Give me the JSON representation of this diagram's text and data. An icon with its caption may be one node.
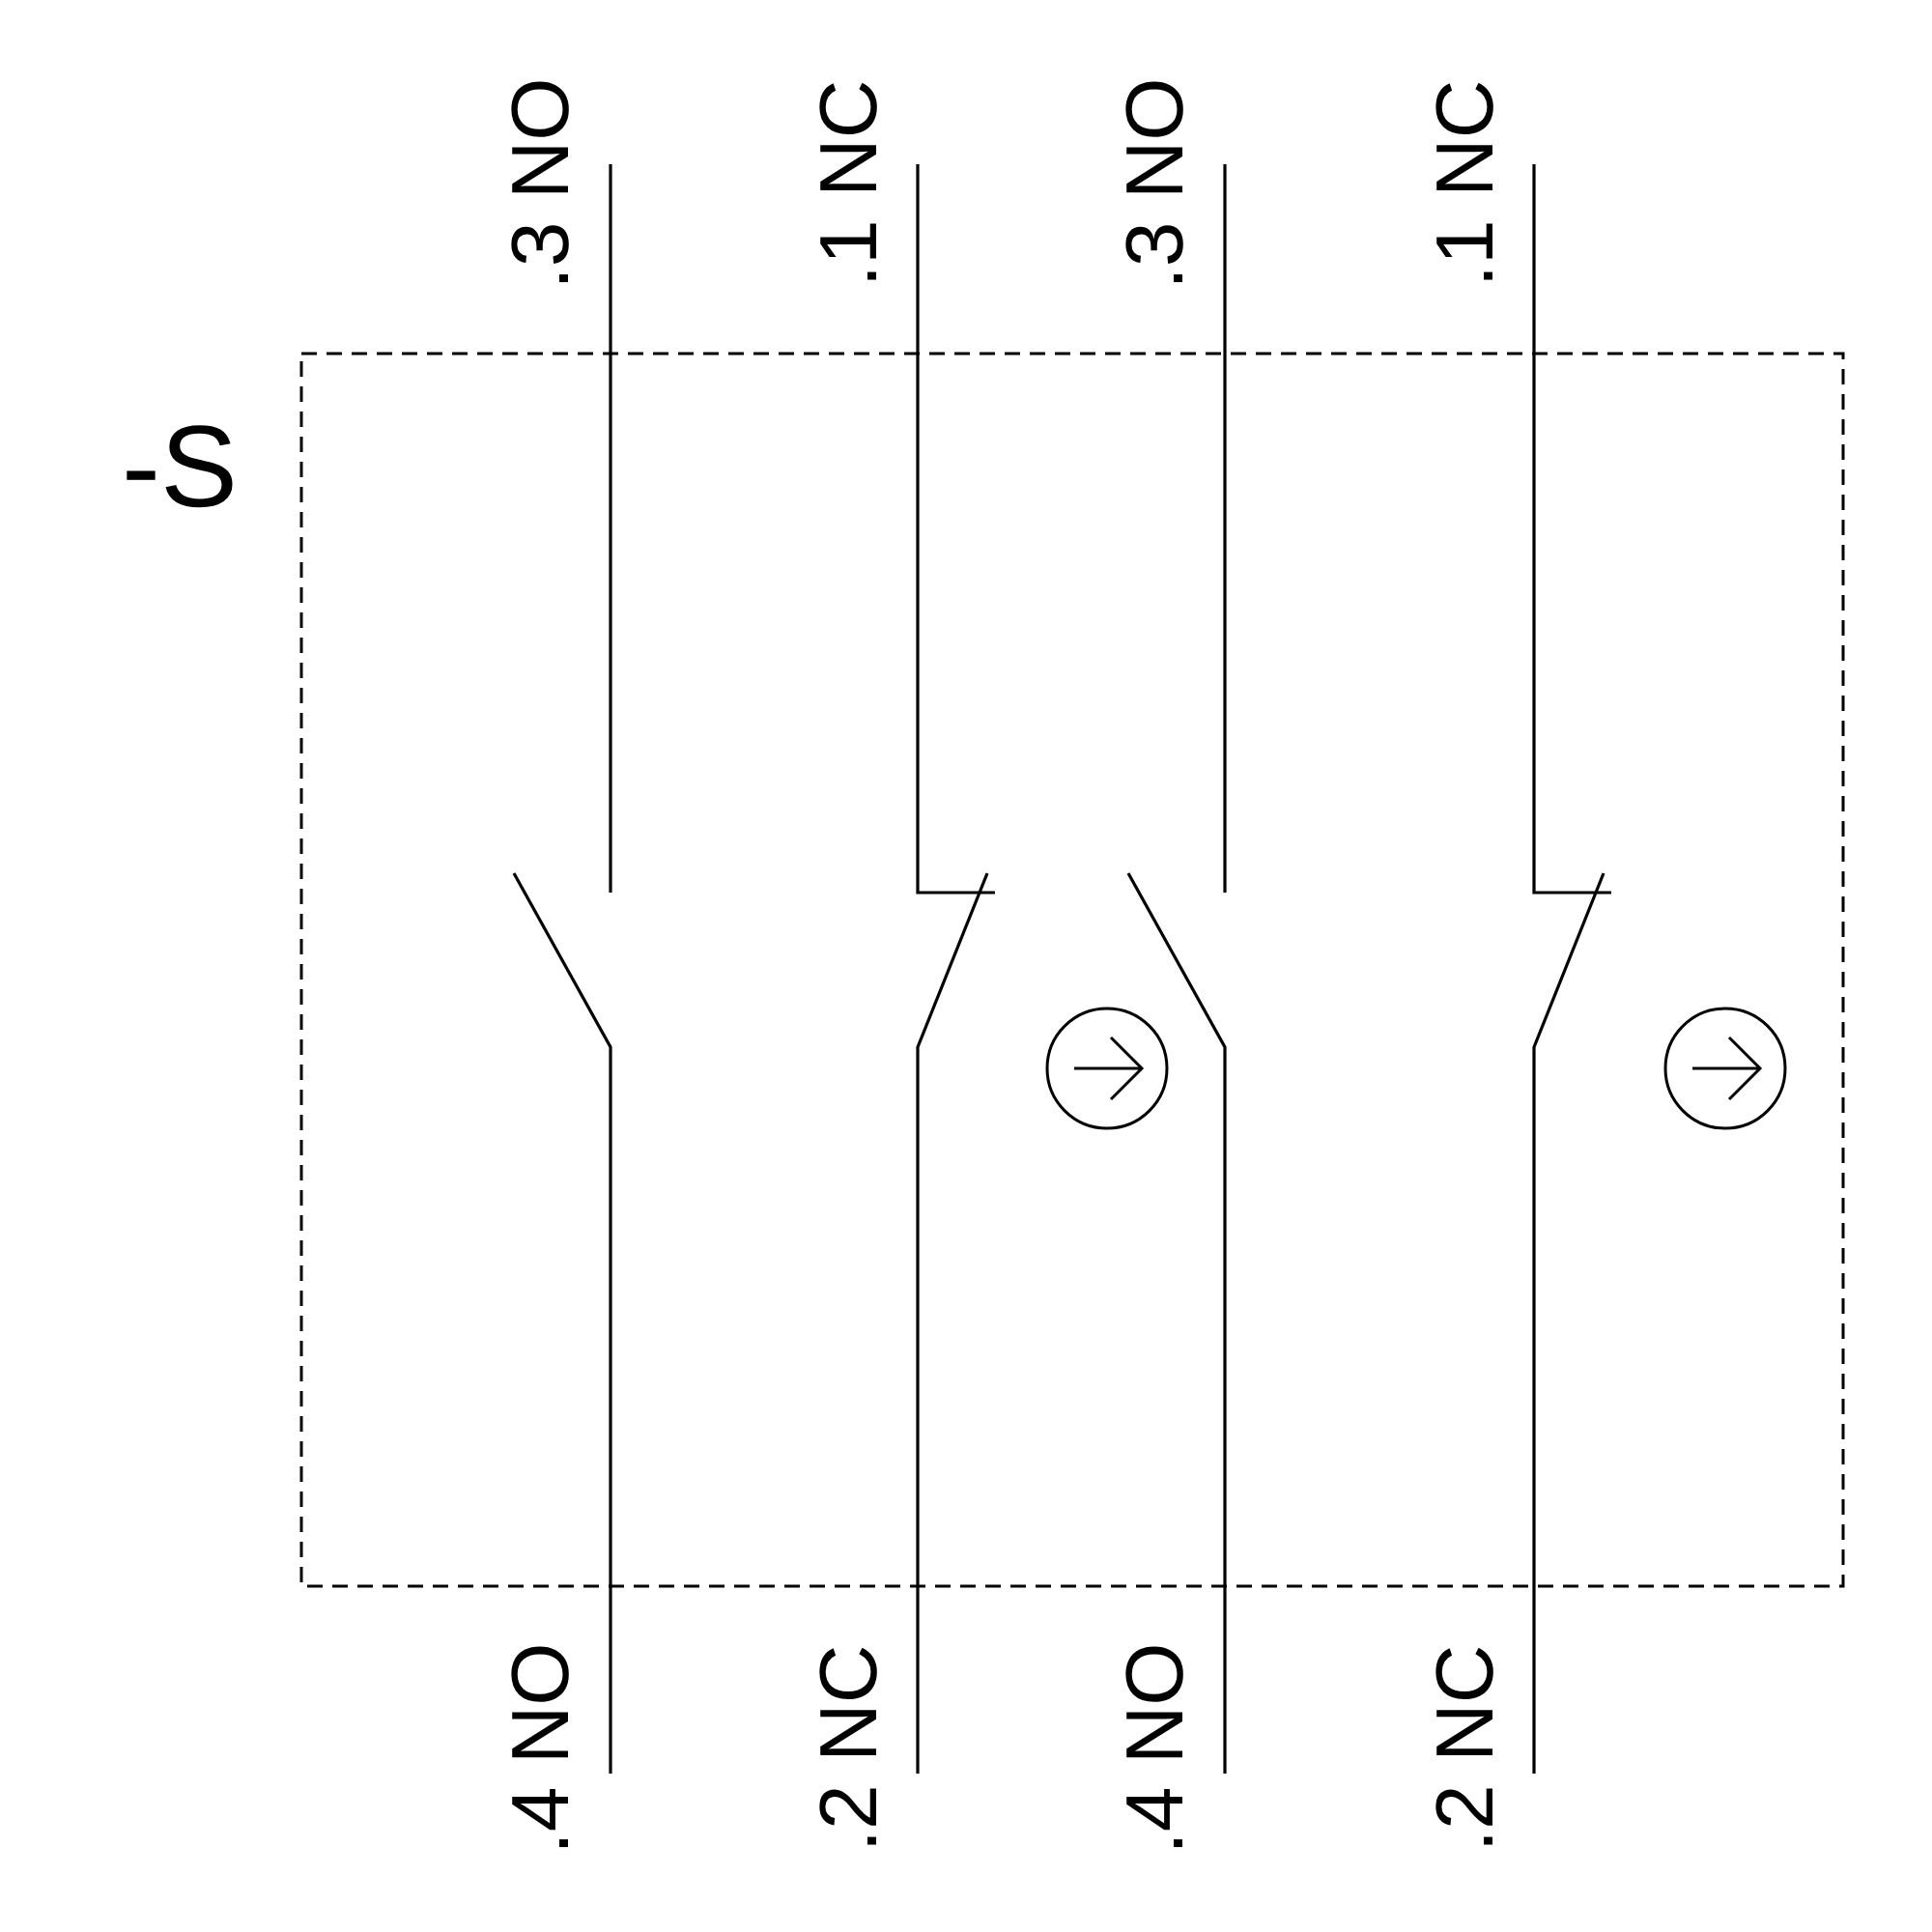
{
  "diagram": {
    "labels": [
      "-S",
      ".3 NO",
      ".1 NC",
      ".3 NO",
      ".1 NC",
      ".4 NO",
      ".2 NC",
      ".4 NO",
      ".2 NC"
    ]
  }
}
